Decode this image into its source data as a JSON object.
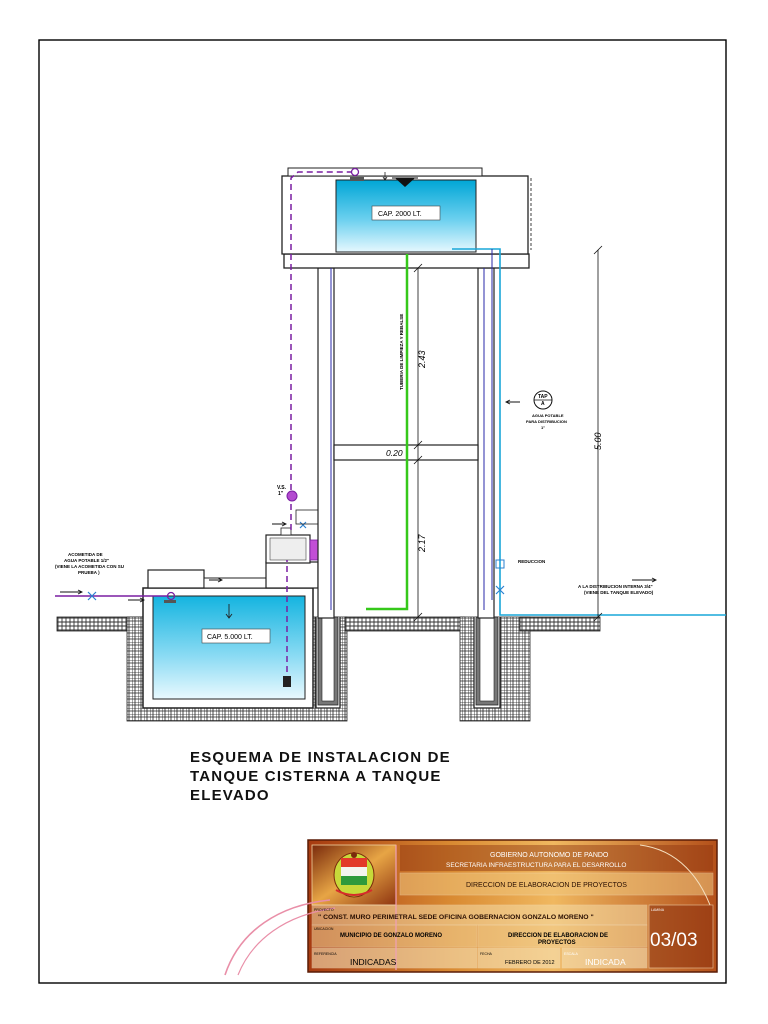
{
  "diagram": {
    "tank_elevated_label": "CAP. 2000 LT.",
    "tank_cistern_label": "CAP. 5.000 LT.",
    "dimension_total": "5.00",
    "dimension_upper": "2.43",
    "dimension_beam": "0.20",
    "dimension_lower": "2.17",
    "pipe_vertical_label": "TUBERIA DE LIMPIEZA Y REBALSE",
    "valve_label_top": "V.S.",
    "valve_label_size": "1\"",
    "meter_label_1": "ACOMETIDA DE",
    "meter_label_2": "AGUA POTABLE 1/2\"",
    "meter_label_3": "(VIENE LA ACOMETIDA CON SU",
    "meter_label_4": "PRUEBA )",
    "tap_symbol_1": "TAP",
    "tap_symbol_2": "A",
    "tap_label_1": "AGUA POTABLE",
    "tap_label_2": "PARA DISTRIBUCION",
    "tap_label_3": "1\"",
    "distribution_label_1": "A LA DISTRIBUCION INTERNA 3/4\"",
    "distribution_label_2": "(VIENE DEL TANQUE ELEVADO)",
    "reduction_label": "REDUCCION"
  },
  "title": {
    "line1": "ESQUEMA DE INSTALACION DE",
    "line2": "TANQUE CISTERNA A TANQUE",
    "line3": "ELEVADO"
  },
  "titleblock": {
    "org_line1": "GOBIERNO AUTONOMO DE PANDO",
    "org_line2": "SECRETARIA INFRAESTRUCTURA PARA EL DESARROLLO",
    "org_line3": "DIRECCION DE ELABORACION DE PROYECTOS",
    "project_caption": "PROYECTO",
    "project_value": "\" CONST. MURO PERIMETRAL SEDE OFICINA GOBERNACION GONZALO MORENO \"",
    "location_caption": "UBICACION",
    "location_value": "MUNICIPIO DE GONZALO MORENO",
    "direction_value_1": "DIRECCION DE ELABORACION DE",
    "direction_value_2": "PROYECTOS",
    "sheet_caption": "LAMINA",
    "sheet_value": "03/03",
    "reference_caption": "REFERENCIA",
    "reference_value": "INDICADAS",
    "date_caption": "FECHA",
    "date_value": "FEBRERO DE 2012",
    "scale_caption": "ESCALA",
    "scale_value": "INDICADA"
  },
  "colors": {
    "water_top": "#00a8d8",
    "water_bottom": "#dff6fd",
    "pipe_purple": "#7a1fa2",
    "pipe_green": "#35c81a",
    "pipe_cyan": "#19a7d8",
    "pipe_blue": "#2a2aa8",
    "titleblock_brown": "#7a2a0c",
    "titleblock_gold": "#e9a43c"
  }
}
